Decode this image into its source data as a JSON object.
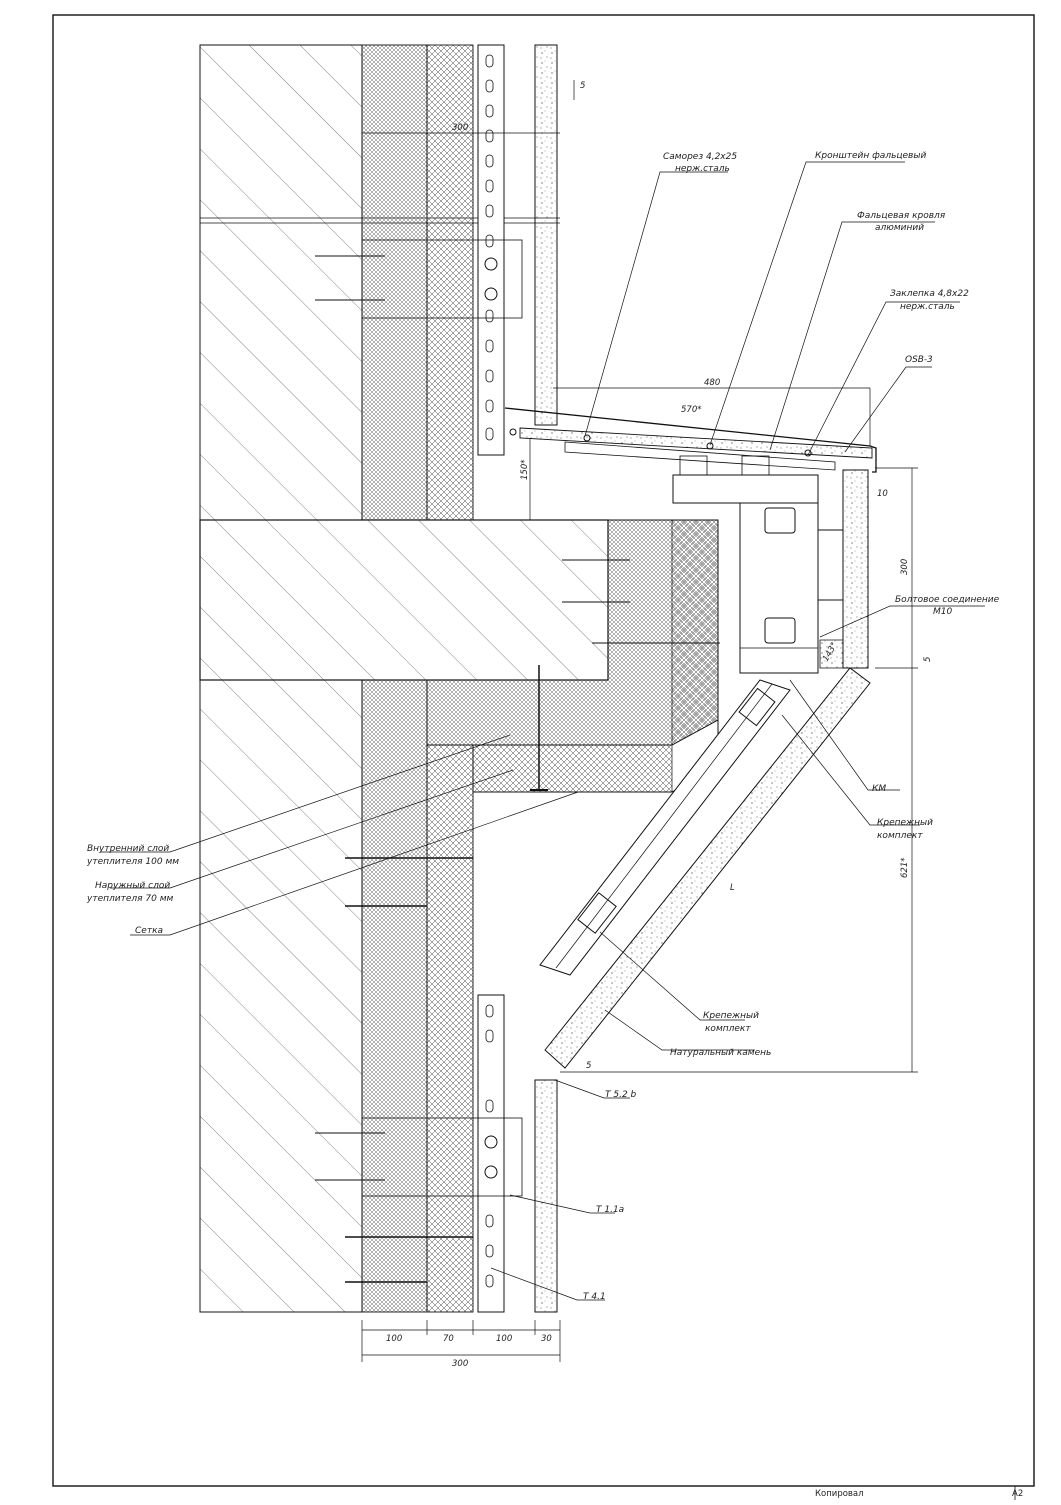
{
  "callouts": {
    "screw": [
      "Саморез 4,2х25",
      "нерж.сталь"
    ],
    "seam_bracket": "Кронштейн фальцевый",
    "seam_roof": [
      "Фальцевая кровля",
      "алюминий"
    ],
    "rivet": [
      "Заклепка 4,8х22",
      "нерж.сталь"
    ],
    "osb": "OSB-3",
    "bolt_joint": [
      "Болтовое соединение",
      "М10"
    ],
    "km": "КМ",
    "fixing_kit_upper": [
      "Крепежный",
      "комплект"
    ],
    "inner_insulation": [
      "Внутренний слой",
      "утеплителя 100 мм"
    ],
    "outer_insulation": [
      "Наружный слой",
      "утеплителя 70 мм"
    ],
    "mesh": "Сетка",
    "fixing_kit_lower": [
      "Крепежный",
      "комплект"
    ],
    "natural_stone": "Натуральный камень",
    "t52b": "Т 5.2 b",
    "t11a": "Т 1.1a",
    "t41": "Т 4.1"
  },
  "dimensions": {
    "d300_top": "300",
    "d5_top": "5",
    "d480": "480",
    "d570": "570*",
    "d150": "150*",
    "d10": "10",
    "d300_right": "300",
    "d5_right": "5",
    "d621": "621*",
    "dL": "L",
    "angle": "143°",
    "d5_lower": "5",
    "b100a": "100",
    "b70": "70",
    "b100b": "100",
    "b30": "30",
    "b300": "300"
  },
  "title_block": {
    "copied_by": "Копировал",
    "format": "А2"
  }
}
